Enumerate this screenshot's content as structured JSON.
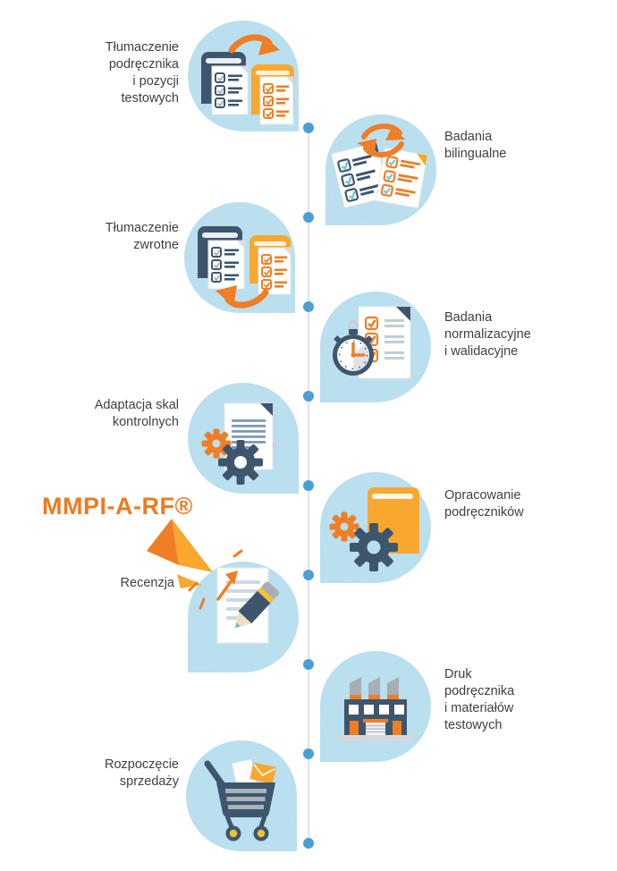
{
  "colors": {
    "bubble": "#badfee",
    "dark": "#3e566d",
    "orange": "#ef7e25",
    "golden": "#f8a72f",
    "yellow": "#f2c230",
    "gray": "#a7aeb6",
    "line": "#e3e3e3",
    "dot": "#4aa0d4",
    "text": "#3f3f3f",
    "accent": "#ee7b1e",
    "docline": "#7e99b6",
    "doclight": "#cdd9e4",
    "teal": "#74c8cf",
    "grayline": "#c3ccd3"
  },
  "timeline": {
    "dot_count": 9
  },
  "highlight": {
    "label": "MMPI-A-RF®"
  },
  "steps": [
    {
      "label": "Tłumaczenie\npodręcznika\ni pozycji\ntestowych",
      "icon": "books-translation-icon"
    },
    {
      "label": "Badania\nbilingualne",
      "icon": "bilingual-documents-icon"
    },
    {
      "label": "Tłumaczenie\nzwrotne",
      "icon": "back-translation-icon"
    },
    {
      "label": "Badania\nnormalizacyjne\ni walidacyjne",
      "icon": "stopwatch-checklist-icon"
    },
    {
      "label": "Adaptacja skal\nkontrolnych",
      "icon": "document-gears-icon"
    },
    {
      "label": "Opracowanie\npodręczników",
      "icon": "book-gears-icon"
    },
    {
      "label": "Recenzja",
      "icon": "document-pencil-icon"
    },
    {
      "label": "Druk\npodręcznika\ni materiałów\ntestowych",
      "icon": "factory-icon"
    },
    {
      "label": "Rozpoczęcie\nsprzedaży",
      "icon": "shopping-cart-icon"
    }
  ]
}
